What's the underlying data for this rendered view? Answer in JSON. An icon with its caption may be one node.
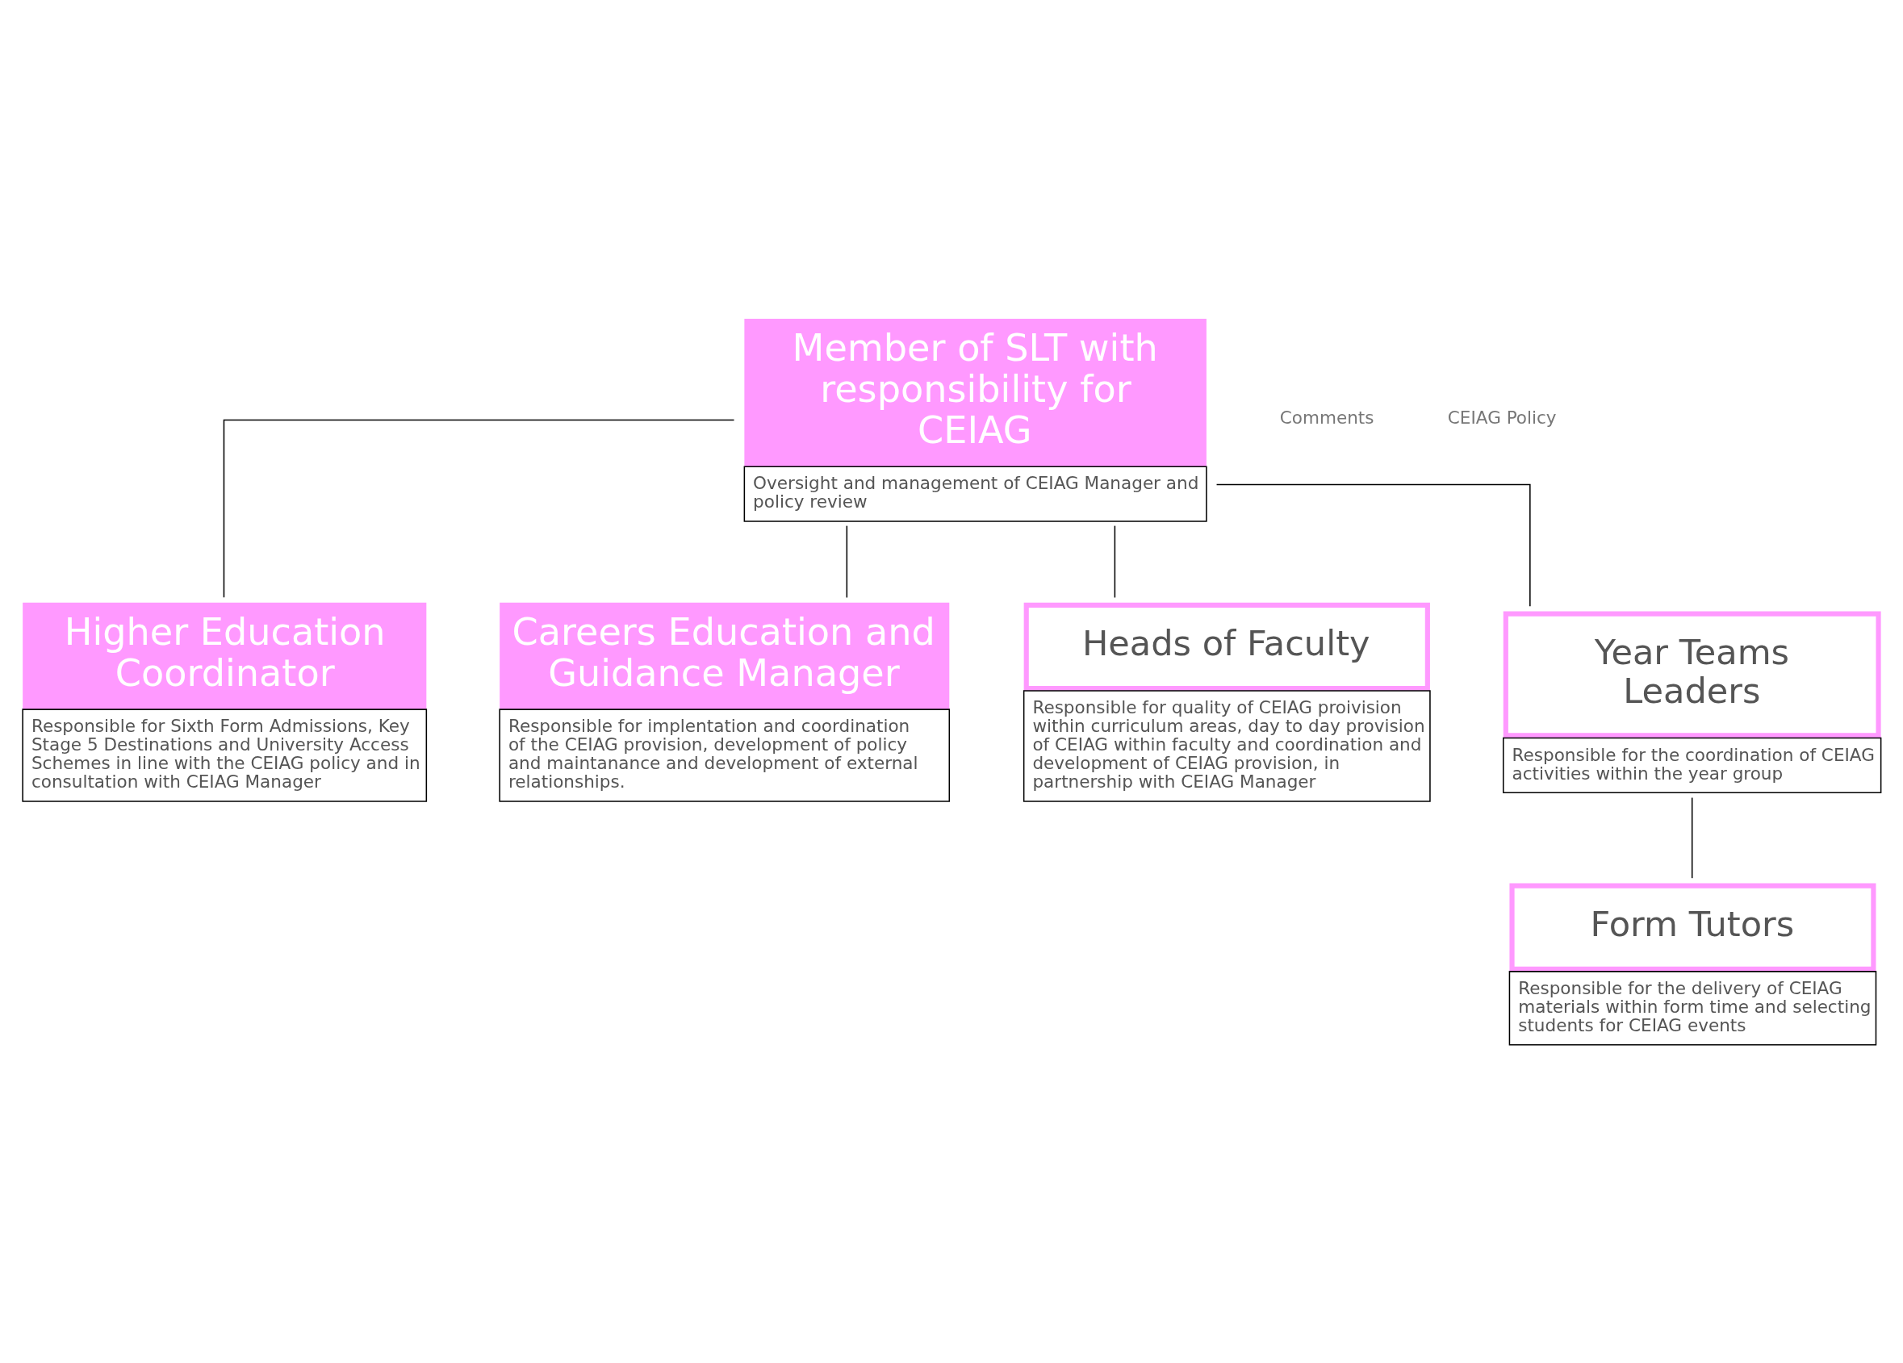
{
  "diagram": {
    "nodes": [
      {
        "text": [
          "Member of SLT with responsibility for CEIAG",
          "Oversight and management of CEIAG Manager and policy review"
        ]
      },
      {
        "text": [
          "Higher Education Coordinator",
          "Responsible for Sixth Form Admissions, Key Stage 5 Destinations and University Access Schemes in line with the CEIAG policy and in consultation with CEIAG Manager"
        ]
      },
      {
        "text": [
          "Careers Education and Guidance Manager",
          "Responsible for implentation and coordination of the CEIAG provision, development of policy and maintanance and development of external relationships."
        ]
      },
      {
        "text": [
          "Heads of Faculty",
          "Responsible for quality of CEIAG proivision within curriculum areas, day to day provision of CEIAG within faculty and coordination and development of CEIAG provision, in partnership with CEIAG Manager"
        ]
      },
      {
        "text": [
          "Year Teams Leaders",
          "Responsible for the coordination of CEIAG activities within the year group"
        ]
      },
      {
        "text": [
          "Form Tutors",
          "Responsible for the delivery of CEIAG materials within form time and selecting students for CEIAG events"
        ]
      }
    ],
    "edges": [
      {
        "from": 0,
        "to": 1,
        "arrow": "none"
      },
      {
        "from": 0,
        "to": 2,
        "arrow": "none"
      },
      {
        "from": 0,
        "to": 3,
        "arrow": "none"
      },
      {
        "from": 0,
        "to": 4,
        "arrow": "none"
      },
      {
        "from": 4,
        "to": 5,
        "arrow": "none"
      }
    ],
    "labels": [
      "Comments",
      "CEIAG Policy"
    ]
  }
}
